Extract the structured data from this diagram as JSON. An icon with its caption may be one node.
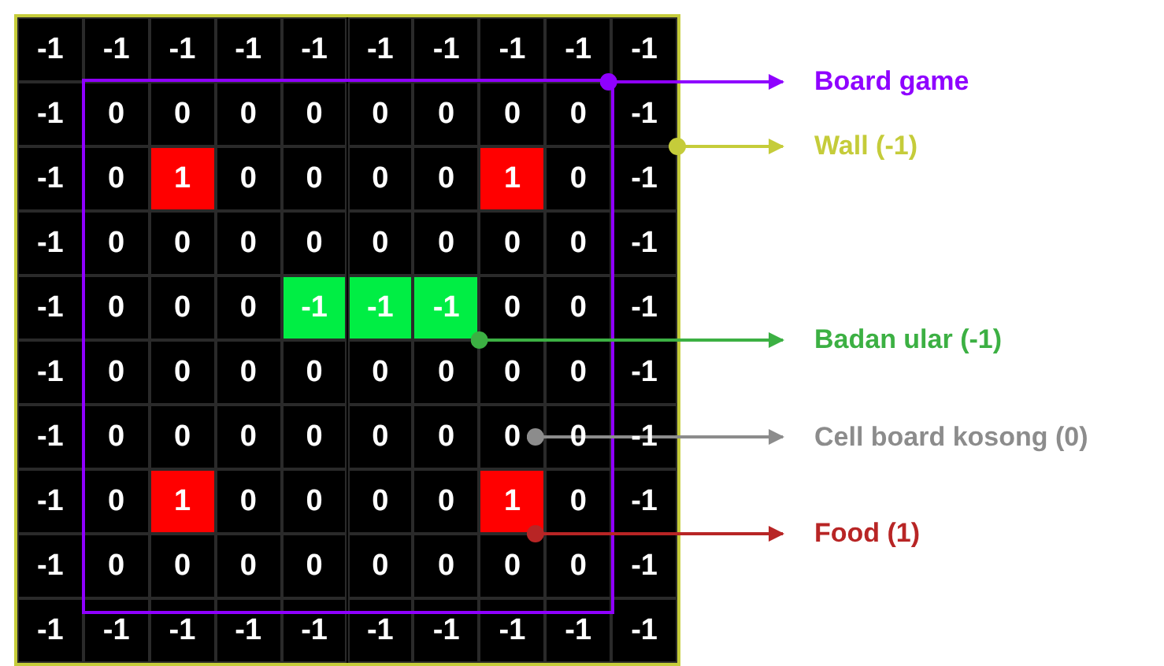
{
  "diagram": {
    "nodes": [
      {
        "text": [],
        "shape": "box",
        "in": 1
      },
      {
        "text": [],
        "shape": "box"
      },
      {
        "text": [],
        "shape": "box",
        "in": 0
      },
      {
        "text": [],
        "shape": "box",
        "in": 0
      },
      {
        "text": [],
        "shape": "box",
        "in": 0
      },
      {
        "text": [
          "Board game"
        ]
      },
      {
        "text": [
          "Wall (-1)"
        ]
      },
      {
        "text": [
          "Badan ular (-1)"
        ]
      },
      {
        "text": [
          "Cell board kosong (0)"
        ]
      },
      {
        "text": [
          "Food (1)"
        ]
      }
    ],
    "edges": [
      {
        "from": 0,
        "to": 5,
        "arrow": "to",
        "color": "#8f00ff"
      },
      {
        "from": 1,
        "to": 6,
        "arrow": "to",
        "color": "#c5cc3a"
      },
      {
        "from": 2,
        "to": 7,
        "arrow": "to",
        "color": "#3cb043"
      },
      {
        "from": 3,
        "to": 8,
        "arrow": "to",
        "color": "#8c8c8c"
      },
      {
        "from": 4,
        "to": 9,
        "arrow": "to",
        "color": "#b82525"
      }
    ],
    "labels": [
      "-1",
      "-1",
      "-1",
      "-1",
      "-1",
      "-1",
      "-1",
      "-1",
      "-1",
      "-1",
      "-1",
      "0",
      "0",
      "0",
      "0",
      "0",
      "0",
      "0",
      "0",
      "-1",
      "-1",
      "0",
      "1",
      "0",
      "0",
      "0",
      "0",
      "1",
      "0",
      "-1",
      "-1",
      "0",
      "0",
      "0",
      "0",
      "0",
      "0",
      "0",
      "0",
      "-1",
      "-1",
      "0",
      "0",
      "0",
      "-1",
      "-1",
      "-1",
      "0",
      "0",
      "-1",
      "-1",
      "0",
      "0",
      "0",
      "0",
      "0",
      "0",
      "0",
      "0",
      "-1",
      "-1",
      "0",
      "0",
      "0",
      "0",
      "0",
      "0",
      "0",
      "0",
      "-1",
      "-1",
      "0",
      "1",
      "0",
      "0",
      "0",
      "0",
      "1",
      "0",
      "-1",
      "-1",
      "0",
      "0",
      "0",
      "0",
      "0",
      "0",
      "0",
      "0",
      "-1",
      "-1",
      "-1",
      "-1",
      "-1",
      "-1",
      "-1",
      "-1",
      "-1",
      "-1",
      "-1"
    ]
  }
}
